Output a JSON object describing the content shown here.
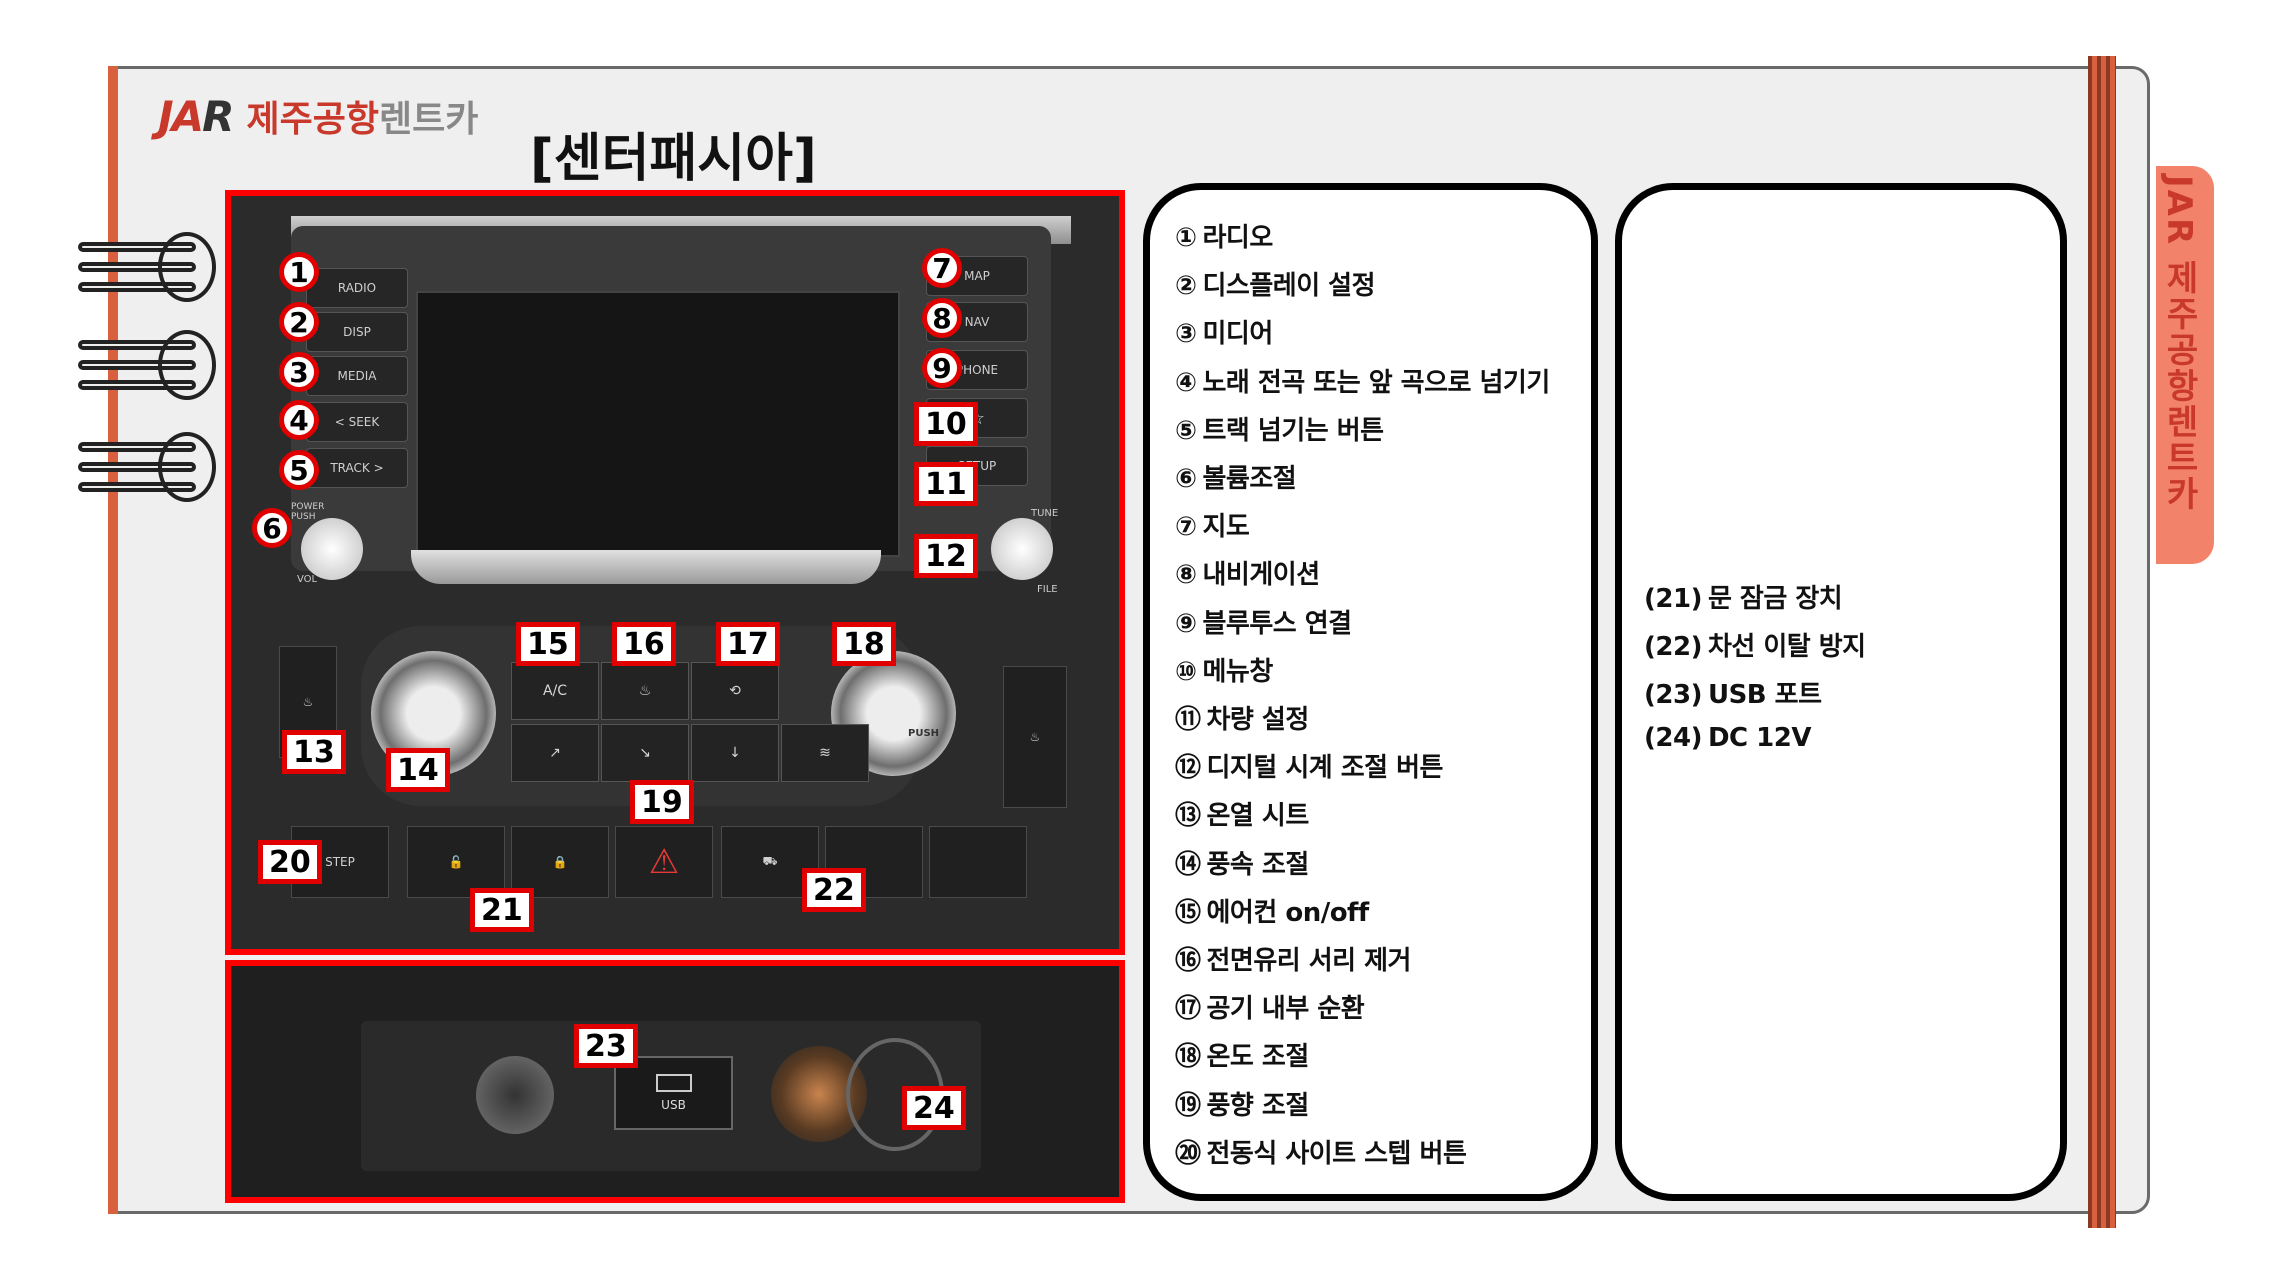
{
  "logo": {
    "mark_j": "JA",
    "mark_r": "R",
    "text_main": "제주공항",
    "text_sub": "렌트카"
  },
  "side_tab": {
    "mark": "JAR",
    "text": "제주공항렌트카"
  },
  "title": "[센터패시아]",
  "photo_labels": {
    "radio": "RADIO",
    "disp": "DISP",
    "media": "MEDIA",
    "seek": "< SEEK",
    "track": "TRACK >",
    "map": "MAP",
    "nav": "NAV",
    "phone": "PHONE",
    "star": "☆",
    "setup": "SETUP",
    "power": "POWER PUSH",
    "vol": "VOL",
    "tune": "TUNE",
    "file": "FILE",
    "ac": "A/C",
    "push": "PUSH",
    "step": "STEP",
    "usb": "USB"
  },
  "badges": [
    {
      "n": "1",
      "shape": "circle"
    },
    {
      "n": "2",
      "shape": "circle"
    },
    {
      "n": "3",
      "shape": "circle"
    },
    {
      "n": "4",
      "shape": "circle"
    },
    {
      "n": "5",
      "shape": "circle"
    },
    {
      "n": "6",
      "shape": "circle"
    },
    {
      "n": "7",
      "shape": "circle"
    },
    {
      "n": "8",
      "shape": "circle"
    },
    {
      "n": "9",
      "shape": "circle"
    },
    {
      "n": "10",
      "shape": "box"
    },
    {
      "n": "11",
      "shape": "box"
    },
    {
      "n": "12",
      "shape": "box"
    },
    {
      "n": "13",
      "shape": "box"
    },
    {
      "n": "14",
      "shape": "box"
    },
    {
      "n": "15",
      "shape": "box"
    },
    {
      "n": "16",
      "shape": "box"
    },
    {
      "n": "17",
      "shape": "box"
    },
    {
      "n": "18",
      "shape": "box"
    },
    {
      "n": "19",
      "shape": "box"
    },
    {
      "n": "20",
      "shape": "box"
    },
    {
      "n": "21",
      "shape": "box"
    },
    {
      "n": "22",
      "shape": "box"
    },
    {
      "n": "23",
      "shape": "box"
    },
    {
      "n": "24",
      "shape": "box"
    }
  ],
  "legend_left": [
    {
      "num": "①",
      "label": "라디오"
    },
    {
      "num": "②",
      "label": "디스플레이 설정"
    },
    {
      "num": "③",
      "label": "미디어"
    },
    {
      "num": "④",
      "label": "노래 전곡 또는 앞 곡으로 넘기기"
    },
    {
      "num": "⑤",
      "label": "트랙 넘기는 버튼"
    },
    {
      "num": "⑥",
      "label": "볼륨조절"
    },
    {
      "num": "⑦",
      "label": "지도"
    },
    {
      "num": "⑧",
      "label": "내비게이션"
    },
    {
      "num": "⑨",
      "label": "블루투스 연결"
    },
    {
      "num": "⑩",
      "label": "메뉴창"
    },
    {
      "num": "⑪",
      "label": "차량 설정"
    },
    {
      "num": "⑫",
      "label": "디지털 시계 조절 버튼"
    },
    {
      "num": "⑬",
      "label": "온열 시트"
    },
    {
      "num": "⑭",
      "label": "풍속 조절"
    },
    {
      "num": "⑮",
      "label": "에어컨 on/off"
    },
    {
      "num": "⑯",
      "label": "전면유리 서리 제거"
    },
    {
      "num": "⑰",
      "label": "공기 내부 순환"
    },
    {
      "num": "⑱",
      "label": "온도 조절"
    },
    {
      "num": "⑲",
      "label": "풍향 조절"
    },
    {
      "num": "⑳",
      "label": "전동식 사이트 스텝 버튼"
    }
  ],
  "legend_right": [
    {
      "num": "(21)",
      "label": "문 잠금 장치"
    },
    {
      "num": "(22)",
      "label": "차선 이탈 방지"
    },
    {
      "num": "(23)",
      "label": "USB 포트"
    },
    {
      "num": "(24)",
      "label": "DC 12V"
    }
  ],
  "colors": {
    "accent_red": "#e00000",
    "brand_red": "#c8392b",
    "tab_salmon": "#f3826a"
  }
}
